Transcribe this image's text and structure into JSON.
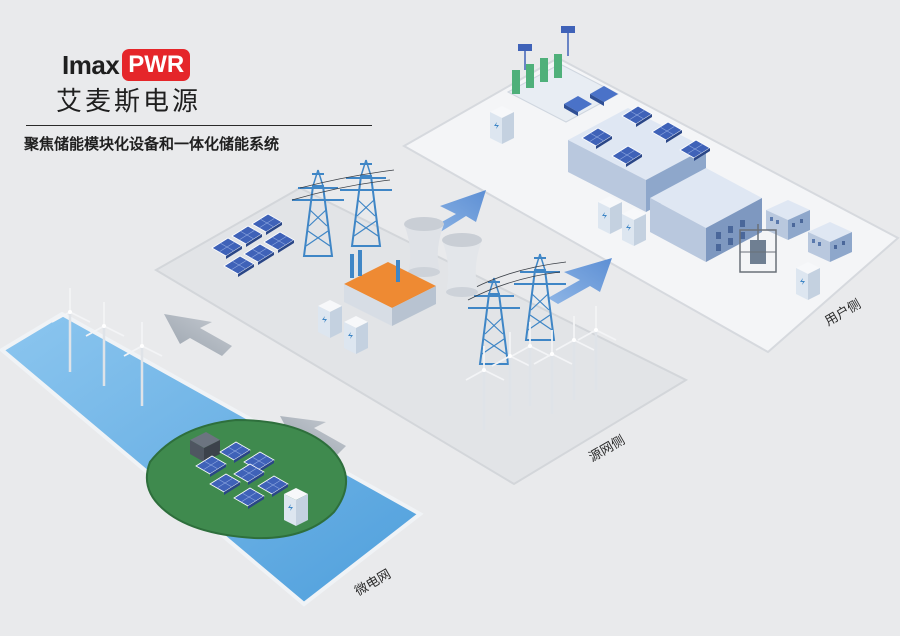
{
  "brand": {
    "logo_left": "Imax",
    "logo_badge": "PWR",
    "name_cn": "艾麦斯电源",
    "tagline": "聚焦储能模块化设备和一体化储能系统"
  },
  "zones": {
    "user_side": "用户侧",
    "source_side": "源网侧",
    "microgrid": "微电网"
  },
  "colors": {
    "background": "#e9eaec",
    "platform": "#f4f5f7",
    "water": "#6fb4e6",
    "island": "#3f8a4e",
    "solar": "#3f62b8",
    "tower": "#3f86c6",
    "arrow": "#7aa6dc",
    "brand_red": "#e5262a",
    "roof_orange": "#ee8a33"
  },
  "icons": [
    "power-tower-icon",
    "wind-turbine-icon",
    "solar-panel-icon",
    "cooling-tower-icon",
    "battery-cabinet-icon",
    "transformer-icon",
    "ev-car-icon",
    "flow-arrow-icon"
  ]
}
